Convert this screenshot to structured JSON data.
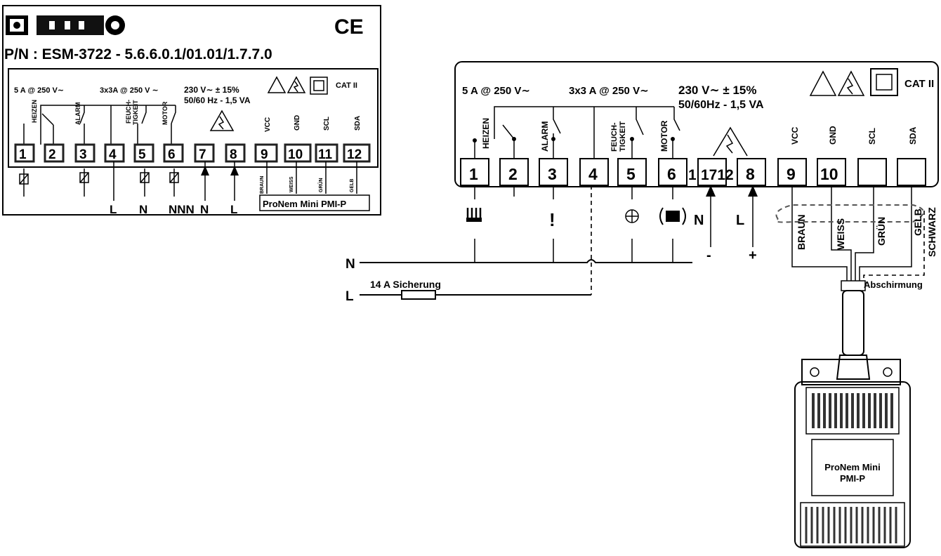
{
  "small_label": {
    "part_number": "P/N : ESM-3722 - 5.6.6.0.1/01.01/1.7.7.0",
    "ce_mark": "CE",
    "logo_icon": "emko-logo",
    "rating_relay": "5 A @ 250 V∼",
    "rating_outputs": "3x3A @ 250 V ∼",
    "rating_supply": "230 V∼ ± 15%",
    "rating_freq": "50/60 Hz - 1,5 VA",
    "cat": "CAT II",
    "func_heizen": "HEIZEN",
    "func_alarm": "ALARM",
    "func_feuch": "FEUCH-",
    "func_tigkeit": "TIGKEIT",
    "func_motor": "MOTOR",
    "sig_vcc": "VCC",
    "sig_gnd": "GND",
    "sig_scl": "SCL",
    "sig_sda": "SDA",
    "terminals": [
      "1",
      "2",
      "3",
      "4",
      "5",
      "6",
      "7",
      "8",
      "9",
      "10",
      "11",
      "12"
    ],
    "bottom_l1": "L",
    "bottom_n1": "N",
    "bottom_nnn": "NNN",
    "bottom_n2": "N",
    "bottom_l2": "L",
    "wire_braun": "BRAUN",
    "wire_weiss": "WEISS",
    "wire_grun": "GRÜN",
    "wire_gelb": "GELB",
    "sensor_name": "ProNem Mini PMI-P"
  },
  "large_label": {
    "rating_relay": "5 A @ 250 V∼",
    "rating_outputs": "3x3 A @ 250 V∼",
    "rating_supply": "230 V∼  ± 15%",
    "rating_freq": "50/60Hz - 1,5 VA",
    "cat": "CAT II",
    "func_heizen": "HEIZEN",
    "func_alarm": "ALARM",
    "func_feuch": "FEUCH-",
    "func_tigkeit": "TIGKEIT",
    "func_motor": "MOTOR",
    "sig_vcc": "VCC",
    "sig_gnd": "GND",
    "sig_scl": "SCL",
    "sig_sda": "SDA",
    "terminals": [
      "1",
      "2",
      "3",
      "4",
      "5",
      "6",
      "1",
      "1712",
      "8",
      "9",
      "10",
      "",
      ""
    ],
    "terminal_misc": "1",
    "n_label": "N",
    "l_label": "L",
    "minus": "-",
    "plus": "+",
    "alarm_mark": "!"
  },
  "wiring": {
    "n_line": "N",
    "l_line": "L",
    "fuse": "14 A Sicherung",
    "wire_braun": "BRAUN",
    "wire_weiss": "WEISS",
    "wire_grun": "GRÜN",
    "wire_gelb": "GELB",
    "wire_schwarz": "SCHWARZ",
    "shield": "Abschirmung"
  },
  "sensor": {
    "name_line1": "ProNem Mini",
    "name_line2": "PMI-P"
  }
}
